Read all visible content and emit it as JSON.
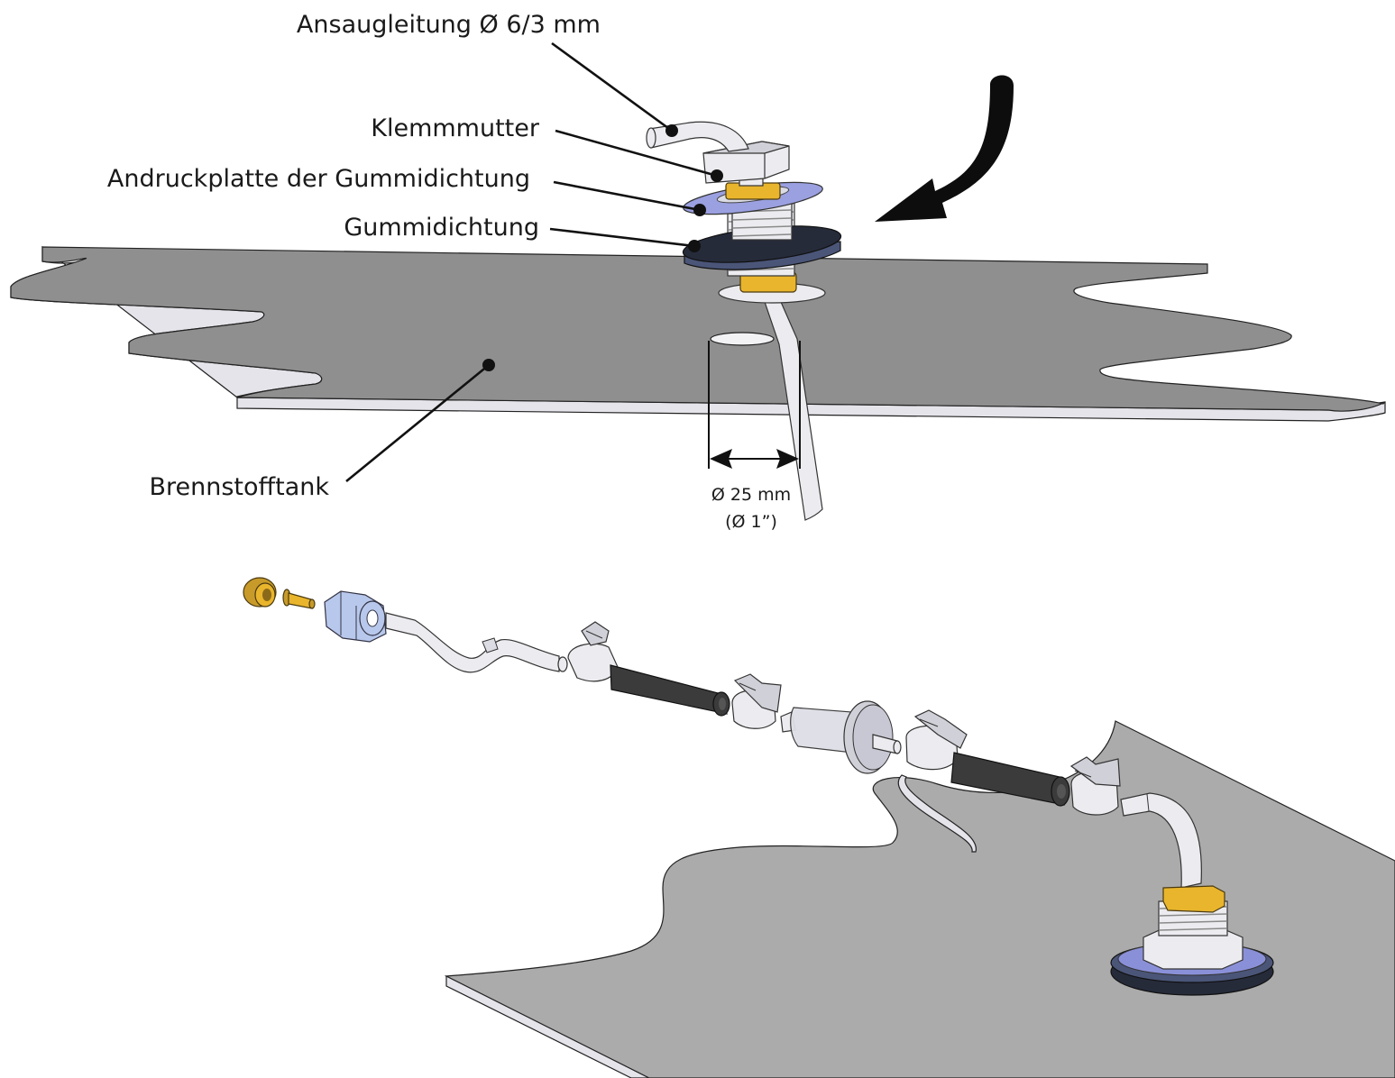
{
  "labels": {
    "suction_line": "Ansaugleitung Ø 6/3 mm",
    "clamp_nut": "Klemmmutter",
    "pressure_plate": "Andruckplatte der Gummidichtung",
    "rubber_seal": "Gummidichtung",
    "fuel_tank": "Brennstofftank"
  },
  "dimension": {
    "metric": "Ø 25 mm",
    "imperial": "(Ø 1”)"
  },
  "colors": {
    "tank_top_upper": "#8f8f8f",
    "tank_top_lower": "#ababab",
    "tank_edge": "#e4e4ea",
    "brass": "#e9b52c",
    "rubber": "#262b3a",
    "blue_plate": "#9aa0e0",
    "hose": "#3b3b3b",
    "blue_nut": "#b8c8ec"
  },
  "parts": {
    "exploded_assembly": [
      "olive-ring",
      "insert-sleeve",
      "union-nut",
      "bent-tube",
      "hose-clamp",
      "rubber-hose",
      "hose-clamp",
      "fuel-filter",
      "hose-clamp",
      "rubber-hose",
      "hose-clamp",
      "bent-standpipe",
      "tank-fitting"
    ]
  }
}
